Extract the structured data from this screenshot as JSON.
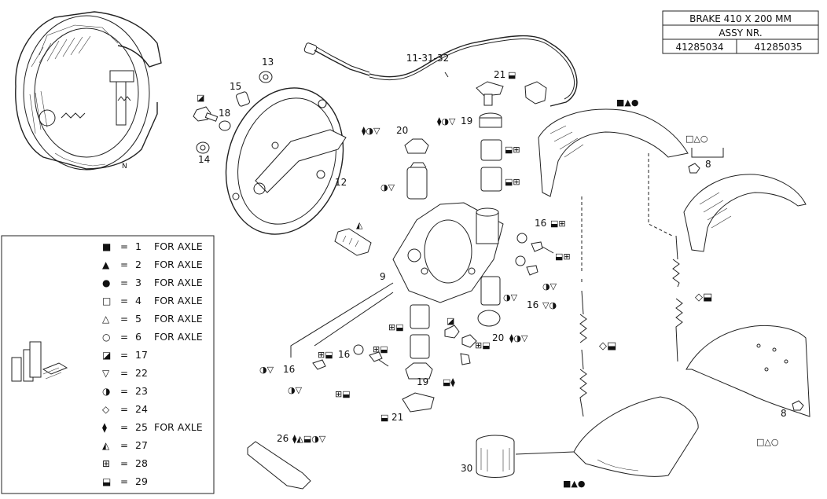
{
  "title_block": {
    "title": "BRAKE 410 X 200 MM",
    "assy_label": "ASSY NR.",
    "assy_numbers": [
      "41285034",
      "41285035"
    ]
  },
  "legend": [
    {
      "symbol": "■",
      "num": "1",
      "text": "FOR AXLE"
    },
    {
      "symbol": "▲",
      "num": "2",
      "text": "FOR AXLE"
    },
    {
      "symbol": "●",
      "num": "3",
      "text": "FOR AXLE"
    },
    {
      "symbol": "□",
      "num": "4",
      "text": "FOR AXLE"
    },
    {
      "symbol": "△",
      "num": "5",
      "text": "FOR AXLE"
    },
    {
      "symbol": "○",
      "num": "6",
      "text": "FOR AXLE"
    },
    {
      "symbol": "◪",
      "num": "17",
      "text": ""
    },
    {
      "symbol": "▽",
      "num": "22",
      "text": ""
    },
    {
      "symbol": "◑",
      "num": "23",
      "text": ""
    },
    {
      "symbol": "◇",
      "num": "24",
      "text": ""
    },
    {
      "symbol": "⧫",
      "num": "25",
      "text": "FOR AXLE"
    },
    {
      "symbol": "◭",
      "num": "27",
      "text": ""
    },
    {
      "symbol": "⊞",
      "num": "28",
      "text": ""
    },
    {
      "symbol": "⬓",
      "num": "29",
      "text": ""
    }
  ],
  "callouts": [
    {
      "id": "c-11-31-32",
      "text": "11-31-32"
    },
    {
      "id": "c-13",
      "text": "13"
    },
    {
      "id": "c-15",
      "text": "15"
    },
    {
      "id": "c-18",
      "text": "18"
    },
    {
      "id": "c-14",
      "text": "14"
    },
    {
      "id": "c-12",
      "text": "12"
    },
    {
      "id": "c-20a",
      "text": "20"
    },
    {
      "id": "c-19a",
      "text": "19"
    },
    {
      "id": "c-21a",
      "text": "21"
    },
    {
      "id": "c-8a",
      "text": "8"
    },
    {
      "id": "c-9",
      "text": "9"
    },
    {
      "id": "c-16a",
      "text": "16"
    },
    {
      "id": "c-16b",
      "text": "16"
    },
    {
      "id": "c-16c",
      "text": "16"
    },
    {
      "id": "c-16d",
      "text": "16"
    },
    {
      "id": "c-20b",
      "text": "20"
    },
    {
      "id": "c-19b",
      "text": "19"
    },
    {
      "id": "c-21b",
      "text": "21"
    },
    {
      "id": "c-26",
      "text": "26"
    },
    {
      "id": "c-30",
      "text": "30"
    },
    {
      "id": "c-8b",
      "text": "8"
    }
  ],
  "marks": {
    "m21a": "⬓",
    "m19a": "⧫◑▽",
    "m20a": "⧫◑▽",
    "m_sq_tri_dot_top": "■▲●",
    "m_open_top": "□△○",
    "m_tri_fill": "◭",
    "m_half": "◪",
    "m16a": "⬓⊞",
    "m16a2": "⬓⊞",
    "m_ring_a": "◑▽",
    "m16b": "▽◑",
    "m_box1": "⬓⊞",
    "m_box2": "⬓⊞",
    "m_diam1": "◇⬓",
    "m_diam2": "◇⬓",
    "m20b": "⧫◑▽",
    "m16c": "◑▽",
    "m16d": "⊞⬓",
    "m_ring_b": "⊞⬓",
    "m_ring_c": "◑▽",
    "m_box3": "⊞⬓",
    "m_box4": "◪",
    "m_box5": "⊞⬓",
    "m19b": "⬓⧫",
    "m21b": "⬓",
    "m26": "⧫◭⬓◑▽",
    "m_sq_tri_dot_bot": "■▲●",
    "m_open_bot": "□△○"
  }
}
